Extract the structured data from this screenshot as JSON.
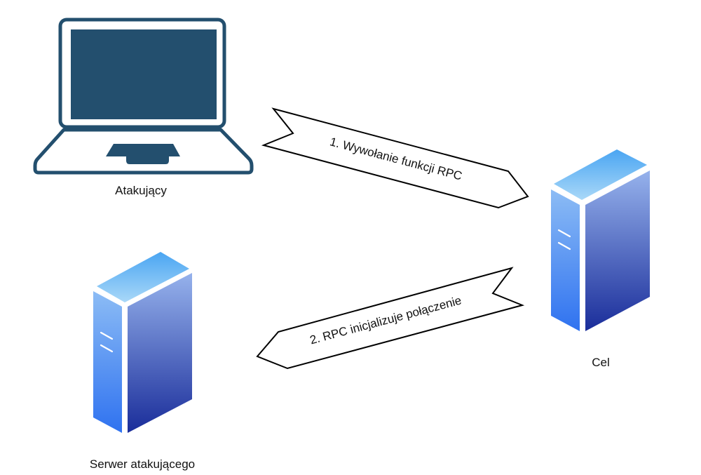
{
  "diagram": {
    "nodes": {
      "attacker": {
        "label": "Atakujący",
        "icon": "laptop-icon"
      },
      "target": {
        "label": "Cel",
        "icon": "server-icon"
      },
      "attacker_server": {
        "label": "Serwer atakującego",
        "icon": "server-icon"
      }
    },
    "arrows": [
      {
        "label": "1. Wywołanie funkcji RPC",
        "from": "attacker",
        "to": "target"
      },
      {
        "label": "2. RPC inicjalizuje połączenie",
        "from": "target",
        "to": "attacker_server"
      }
    ]
  },
  "colors": {
    "laptop": "#234f6e",
    "server_top_light": "#a9d8f8",
    "server_top_dark": "#4aa5f2",
    "server_left_light": "#8cbcf5",
    "server_left_dark": "#2f72f0",
    "server_right_light": "#96b2ec",
    "server_right_dark": "#1a2d9a",
    "arrow_stroke": "#000000",
    "text": "#111111"
  }
}
